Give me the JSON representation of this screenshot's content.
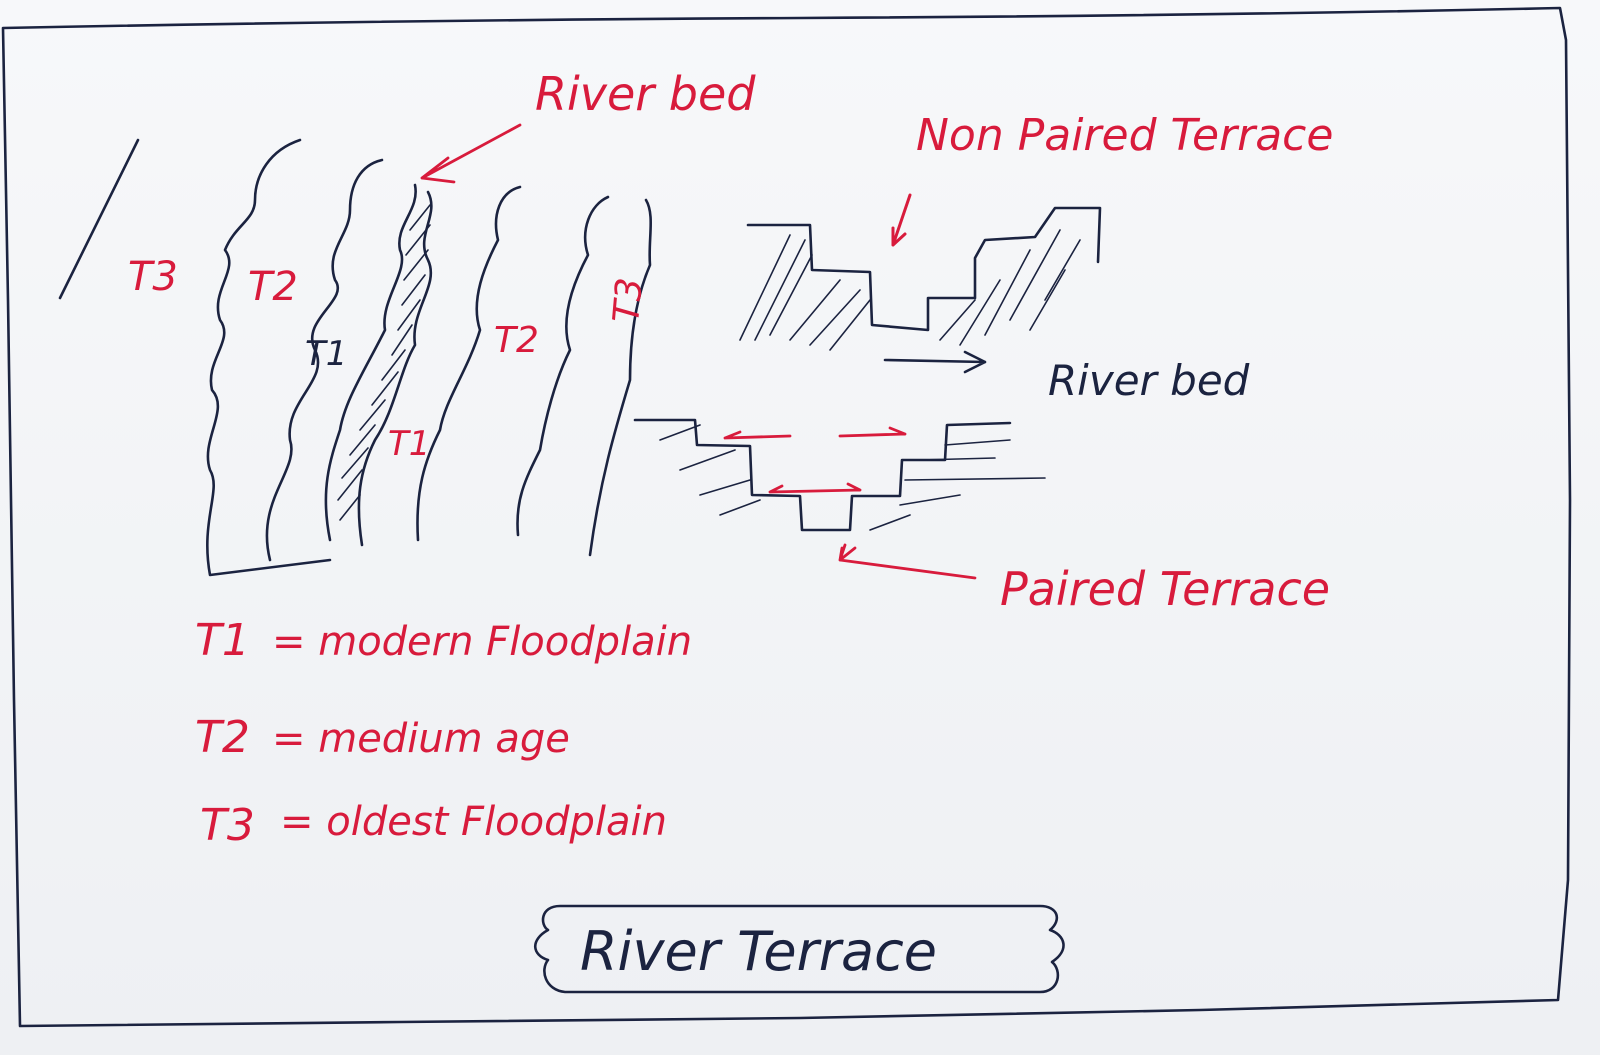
{
  "labels": {
    "river_bed_top": "River bed",
    "non_paired_terrace": "Non Paired Terrace",
    "river_bed_right": "River bed",
    "paired_terrace": "Paired Terrace",
    "t3_left": "T3",
    "t2_left": "T2",
    "t1_left": "T1",
    "t1_right": "T1",
    "t2_right": "T2",
    "t3_right": "T3"
  },
  "legend": [
    {
      "term": "T1",
      "definition": "= modern Floodplain"
    },
    {
      "term": "T2",
      "definition": "= medium age"
    },
    {
      "term": "T3",
      "definition": "= oldest Floodplain"
    }
  ],
  "title": "River Terrace",
  "colors": {
    "red_ink": "#d81b3c",
    "dark_ink": "#1b2340",
    "paper": "#f3f4f6"
  }
}
